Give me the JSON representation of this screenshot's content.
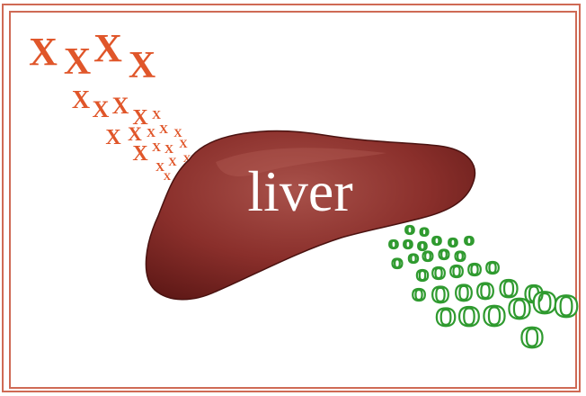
{
  "diagram": {
    "label": "liver",
    "x_symbol": "X",
    "o_symbol": "O",
    "colors": {
      "frame": "#cf6a55",
      "x_color": "#e0562a",
      "o_color": "#2f9a2f",
      "liver_dark": "#5e1816",
      "liver_mid": "#8a2f2b",
      "liver_light": "#a8514a",
      "label_color": "#ffffff"
    }
  }
}
